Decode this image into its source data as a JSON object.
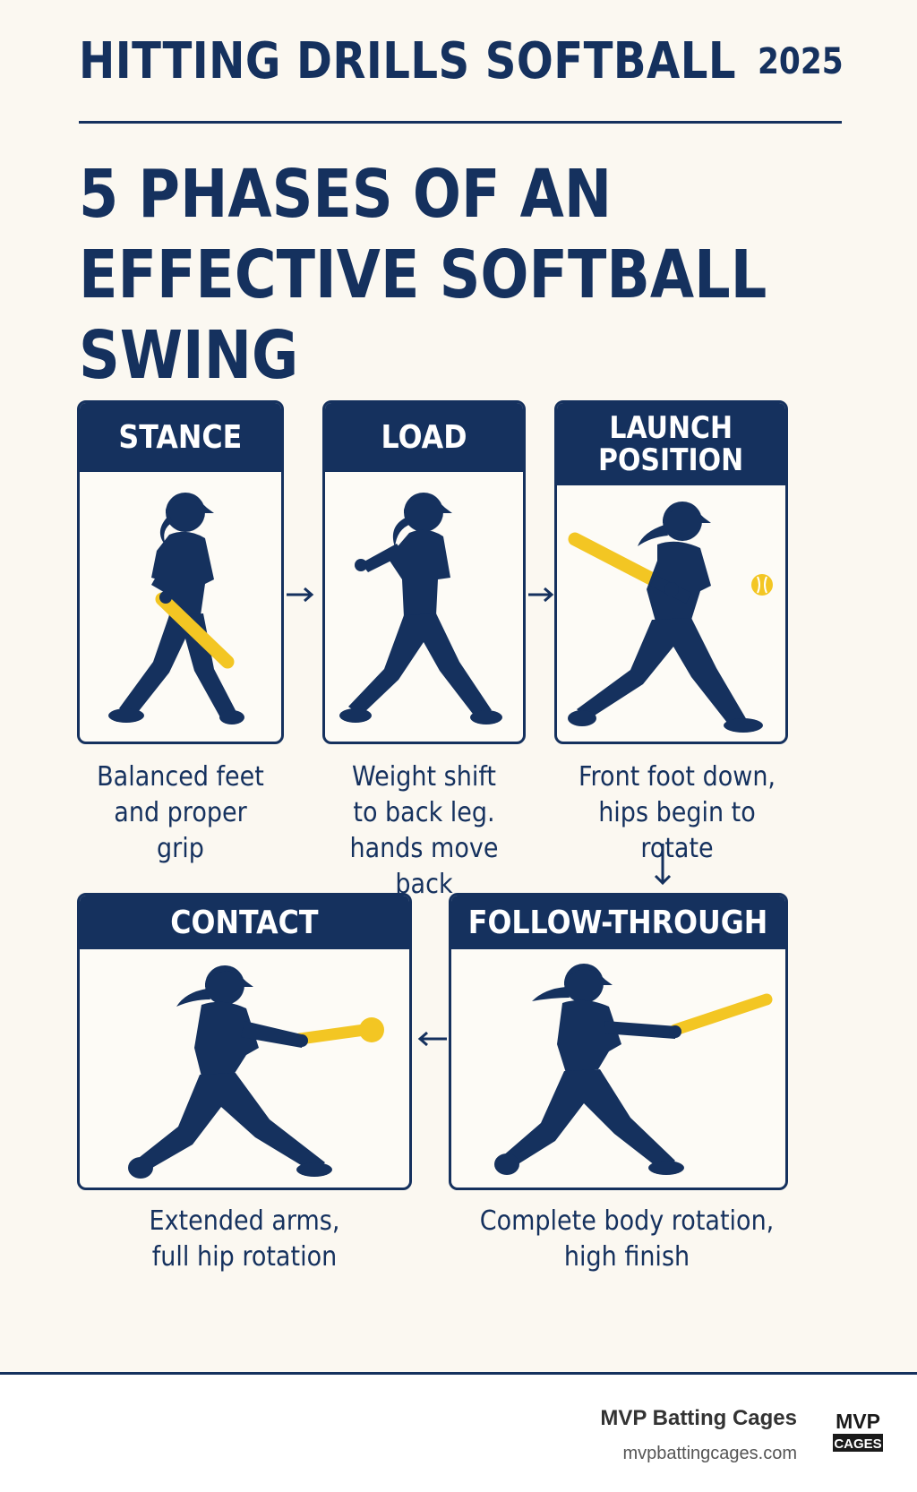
{
  "header": {
    "title": "HITTING DRILLS SOFTBALL",
    "year": "2025"
  },
  "main_title": {
    "line1": "5 PHASES OF AN",
    "line2": "EFFECTIVE SOFTBALL",
    "line3": "SWING"
  },
  "phases": [
    {
      "title": "STANCE",
      "caption_lines": [
        "Balanced feet",
        "and proper grip"
      ]
    },
    {
      "title": "LOAD",
      "caption_lines": [
        "Weight shift",
        "to back leg.",
        "hands move back"
      ]
    },
    {
      "title_lines": [
        "LAUNCH",
        "POSITION"
      ],
      "caption_lines": [
        "Front foot down,",
        "hips begin to rotate"
      ]
    },
    {
      "title": "CONTACT",
      "caption_lines": [
        "Extended arms,",
        "full hip rotation"
      ]
    },
    {
      "title": "FOLLOW-THROUGH",
      "caption_lines": [
        "Complete body rotation,",
        "high finish"
      ]
    }
  ],
  "footer": {
    "brand": "MVP Batting Cages",
    "url": "mvpbattingcages.com",
    "logo_top": "MVP",
    "logo_bottom": "CAGES"
  },
  "colors": {
    "navy": "#15315e",
    "yellow": "#f3c623",
    "background": "#fbf8f1"
  },
  "icons": [
    "batter-silhouette-icon",
    "softball-icon",
    "arrow-right-icon",
    "arrow-down-icon",
    "arrow-left-icon"
  ]
}
